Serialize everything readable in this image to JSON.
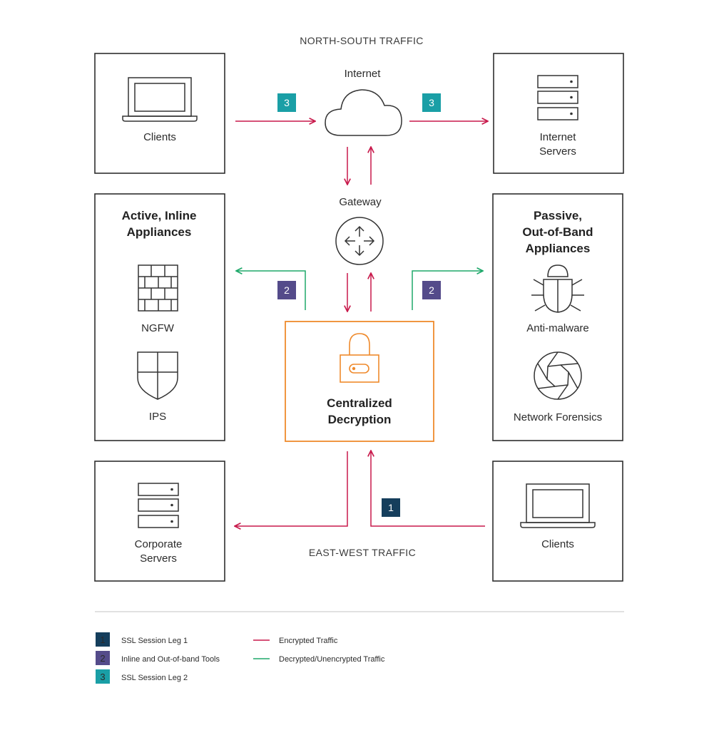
{
  "colors": {
    "encrypted": "#c8194b",
    "decrypted": "#1ea86a",
    "leg1": "#153e5c",
    "tools": "#544b8a",
    "leg2": "#1a9fa6",
    "decryption": "#ef8a2c",
    "outline": "#2e2e2e"
  },
  "sections": {
    "north_south": "NORTH-SOUTH TRAFFIC",
    "east_west": "EAST-WEST TRAFFIC"
  },
  "nodes": {
    "clients_top": "Clients",
    "internet": "Internet",
    "internet_servers": [
      "Internet",
      "Servers"
    ],
    "gateway": "Gateway",
    "inline_title": [
      "Active, Inline",
      "Appliances"
    ],
    "ngfw": "NGFW",
    "ips": "IPS",
    "passive_title": [
      "Passive,",
      "Out-of-Band",
      "Appliances"
    ],
    "anti_malware": "Anti-malware",
    "network_forensics": "Network Forensics",
    "central_title": [
      "Centralized",
      "Decryption"
    ],
    "corporate_servers": [
      "Corporate",
      "Servers"
    ],
    "clients_bottom": "Clients"
  },
  "badges": {
    "leg1": "1",
    "tools": "2",
    "leg2": "3"
  },
  "legend": {
    "items": [
      {
        "num": "1",
        "label": "SSL Session Leg 1"
      },
      {
        "num": "2",
        "label": "Inline and Out-of-band Tools"
      },
      {
        "num": "3",
        "label": "SSL Session Leg 2"
      }
    ],
    "lines": [
      {
        "label": "Encrypted Traffic"
      },
      {
        "label": "Decrypted/Unencrypted Traffic"
      }
    ]
  }
}
